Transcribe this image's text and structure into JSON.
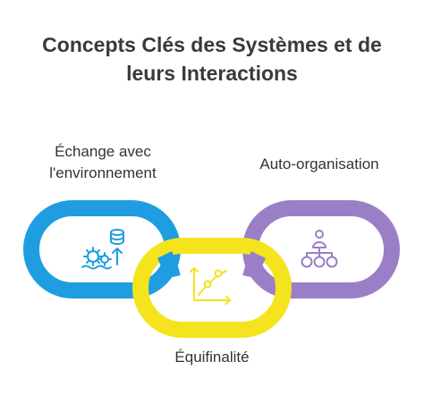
{
  "title_line1": "Concepts Clés des Systèmes et de",
  "title_line2": "leurs Interactions",
  "nodes": [
    {
      "label_line1": "Échange avec",
      "label_line2": "l'environnement",
      "color": "#1e9ee0",
      "icon": "gears-database-icon"
    },
    {
      "label": "Équifinalité",
      "color": "#f5e31e",
      "icon": "line-graph-icon"
    },
    {
      "label": "Auto-organisation",
      "color": "#9b7fc6",
      "icon": "hierarchy-icon"
    }
  ]
}
